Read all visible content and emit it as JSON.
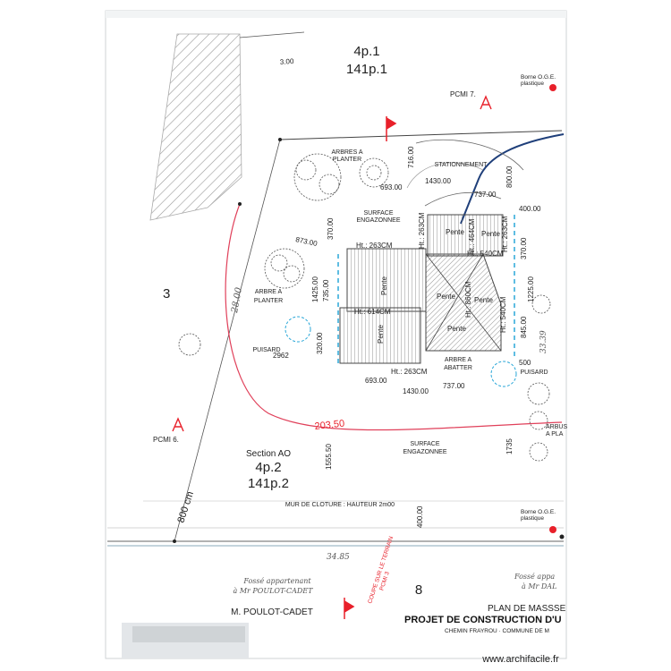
{
  "parcels": {
    "top_id": "4p.1",
    "top_sub": "141p.1",
    "left_id": "3",
    "bottom_section": "Section AO",
    "bottom_id": "4p.2",
    "bottom_sub": "141p.2",
    "lower_id": "8"
  },
  "labels": {
    "pcmi7": "PCMI 7.",
    "pcmi6": "PCMI 6.",
    "borne_top": "Borne O.G.E.",
    "borne_top_sub": "plastique",
    "borne_bottom": "Borne O.G.E.",
    "borne_bottom_sub": "plastique",
    "arbres_a_planter_1": "ARBRES A",
    "arbres_a_planter_2": "PLANTER",
    "stationnement": "STATIONNEMENT",
    "surface_top_1": "SURFACE",
    "surface_top_2": "ENGAZONNEE",
    "arbre_left_1": "ARBRE A",
    "arbre_left_2": "PLANTER",
    "puisard_left": "PUISARD",
    "puisard_right": "PUISARD",
    "arbre_abattre_1": "ARBRE A",
    "arbre_abattre_2": "ABATTER",
    "arbus_1": "ARBUS",
    "arbus_2": "A PLA",
    "surface_bottom_1": "SURFACE",
    "surface_bottom_2": "ENGAZONNEE",
    "mur": "MUR DE CLOTURE : HAUTEUR 2m00",
    "coupe_1": "COUPE SUR LE TERRAIN",
    "coupe_2": "PCMI 3",
    "fosse_left_1": "Fossé appartenant",
    "fosse_left_2": "à Mr POULOT-CADET",
    "fosse_right_1": "Fossé appa",
    "fosse_right_2": "à Mr DAL",
    "owner": "M. POULOT-CADET",
    "watermark": "www.archifacile.fr"
  },
  "dimensions": {
    "d300": "3.00",
    "d716": "716.00",
    "d1430_top": "1430.00",
    "d693_top": "693.00",
    "d737_top": "737.00",
    "d800": "800.00",
    "d400_top": "400.00",
    "d873": "873.00",
    "d370_left": "370.00",
    "d1425": "1425.00",
    "d735": "735.00",
    "d320": "320.00",
    "d2962": "2962",
    "ht263_top": "Ht.: 263CM",
    "ht540": "Ht.: 540CM",
    "ht263_a": "Ht.: 263CM",
    "ht263_b": "Ht.: 263CM",
    "ht464": "Ht.: 464CM",
    "ht614": "Ht.: 614CM",
    "ht860": "Ht.: 860CM",
    "ht540b": "Ht.: 540CM",
    "ht263_bot": "Ht.: 263CM",
    "d370_right": "370.00",
    "d1225": "1225.00",
    "d845": "845.00",
    "d500": "500",
    "d693_bot": "693.00",
    "d737_bot": "737.00",
    "d1430_bot": "1430.00",
    "d2800": "28.00",
    "d3339": "33.39",
    "d20350": "203.50",
    "d155550": "1555.50",
    "d1735": "1735",
    "d400_bot": "400.00",
    "d800cm": "800 cm",
    "d3485": "34.85",
    "pente": "Pente"
  },
  "title_block": {
    "line1": "PLAN DE MASSSE",
    "line2": "PROJET DE CONSTRUCTION D'U",
    "line3": "CHEMIN FRAYROU  ·  COMMUNE DE M"
  },
  "colors": {
    "accent_red": "#e8202a",
    "parcel_pink": "#e0405a",
    "dashed_blue": "#2aa7d8",
    "road_navy": "#1f3f7a"
  }
}
